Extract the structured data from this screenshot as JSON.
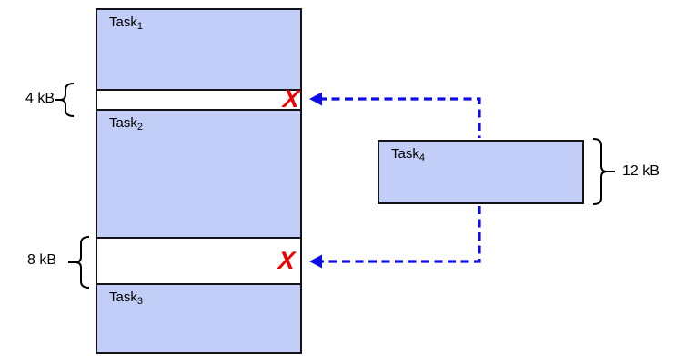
{
  "colors": {
    "block-fill": "#c3cef8",
    "block-border": "#131318",
    "arrow-blue": "#0d0de8",
    "x-red": "#f20000"
  },
  "memory_column": {
    "blocks": [
      {
        "name": "Task",
        "sub": "1"
      },
      {
        "name": "Task",
        "sub": "2"
      },
      {
        "name": "Task",
        "sub": "3"
      }
    ],
    "gaps": [
      {
        "size_label": "4 kB",
        "x_mark": "X"
      },
      {
        "size_label": "8 kB",
        "x_mark": "X"
      }
    ]
  },
  "incoming_task": {
    "name": "Task",
    "sub": "4",
    "size_label": "12 kB"
  }
}
